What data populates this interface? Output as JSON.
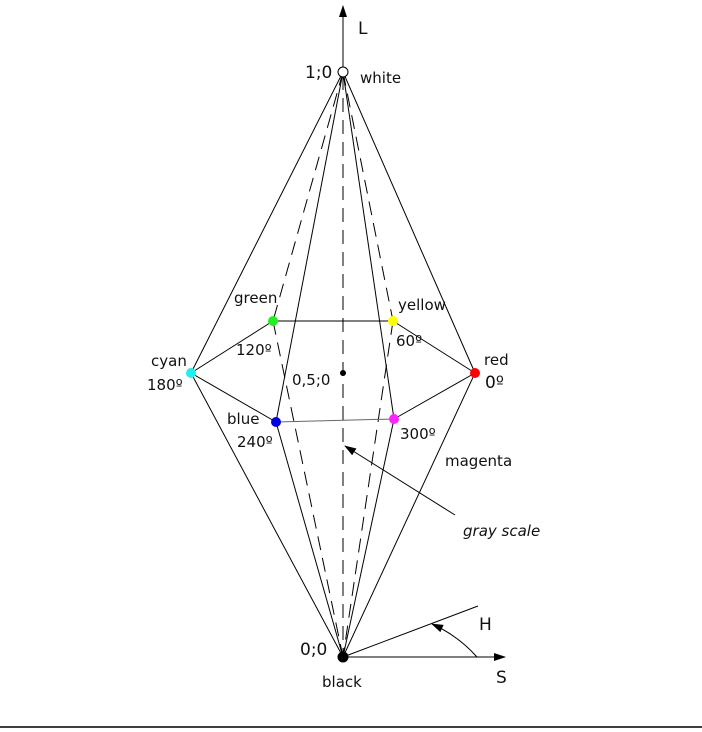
{
  "axes": {
    "lightness": "L",
    "saturation": "S",
    "hue": "H"
  },
  "points": {
    "white": {
      "label": "white",
      "coord": "1;0",
      "color": "#ffffff"
    },
    "black": {
      "label": "black",
      "coord": "0;0",
      "color": "#000000"
    },
    "center": {
      "coord": "0,5;0"
    },
    "red": {
      "label": "red",
      "angle": "0º",
      "color": "#ff0000"
    },
    "yellow": {
      "label": "yellow",
      "angle": "60º",
      "color": "#ffff00"
    },
    "green": {
      "label": "green",
      "angle": "120º",
      "color": "#00ff00"
    },
    "cyan": {
      "label": "cyan",
      "angle": "180º",
      "color": "#00ffff"
    },
    "blue": {
      "label": "blue",
      "angle": "240º",
      "color": "#0000ff"
    },
    "magenta": {
      "label": "magenta",
      "angle": "300º",
      "color": "#ff00ff"
    }
  },
  "annotation": "gray scale"
}
